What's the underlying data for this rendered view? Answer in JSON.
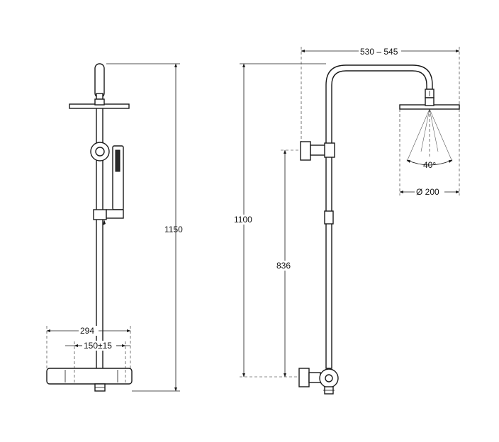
{
  "dimensions": {
    "total_height_front": "1150",
    "total_height_side": "1100",
    "valve_to_bracket": "836",
    "valve_width": "294",
    "inlet_spacing": "150±15",
    "arm_reach": "530 – 545",
    "spray_angle": "40°",
    "head_diameter": "Ø 200"
  }
}
